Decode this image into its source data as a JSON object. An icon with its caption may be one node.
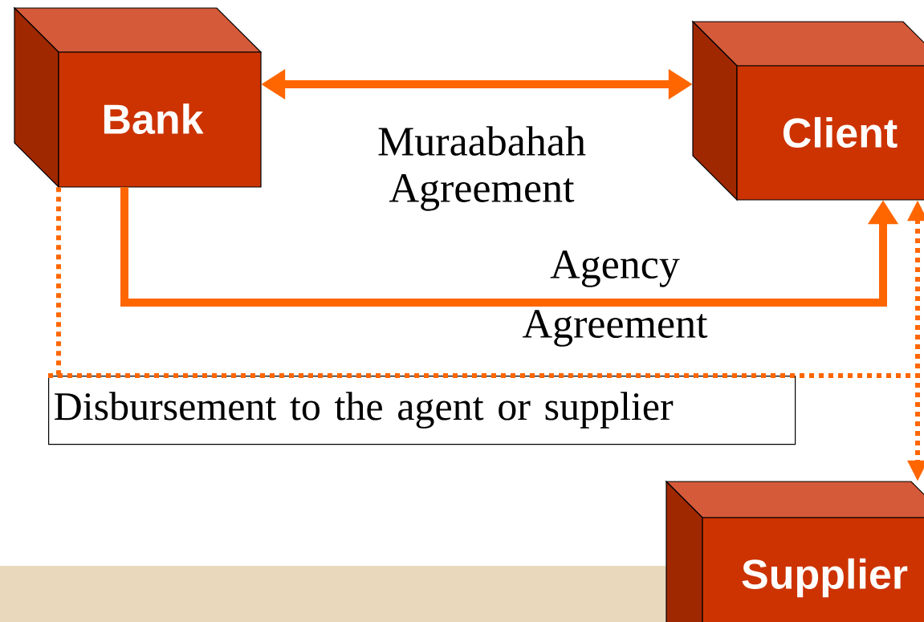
{
  "diagram": {
    "nodes": [
      {
        "text": [
          "Bank"
        ]
      },
      {
        "text": [
          "Client"
        ]
      },
      {
        "text": [
          "Supplier"
        ]
      },
      {
        "text": [
          "Disbursement to the agent or supplier"
        ]
      }
    ],
    "edges": [
      {
        "from": 0,
        "to": 1,
        "arrow": "both",
        "label": "Muraabahah Agreement"
      },
      {
        "from": 0,
        "to": 1,
        "arrow": "to",
        "label": "Agency Agreement"
      },
      {
        "from": 0,
        "to": 3,
        "arrow": "none",
        "style": "dashed"
      },
      {
        "from": 3,
        "to": 1,
        "arrow": "to",
        "style": "dashed"
      },
      {
        "from": 3,
        "to": 2,
        "arrow": "to",
        "style": "dashed"
      }
    ]
  }
}
